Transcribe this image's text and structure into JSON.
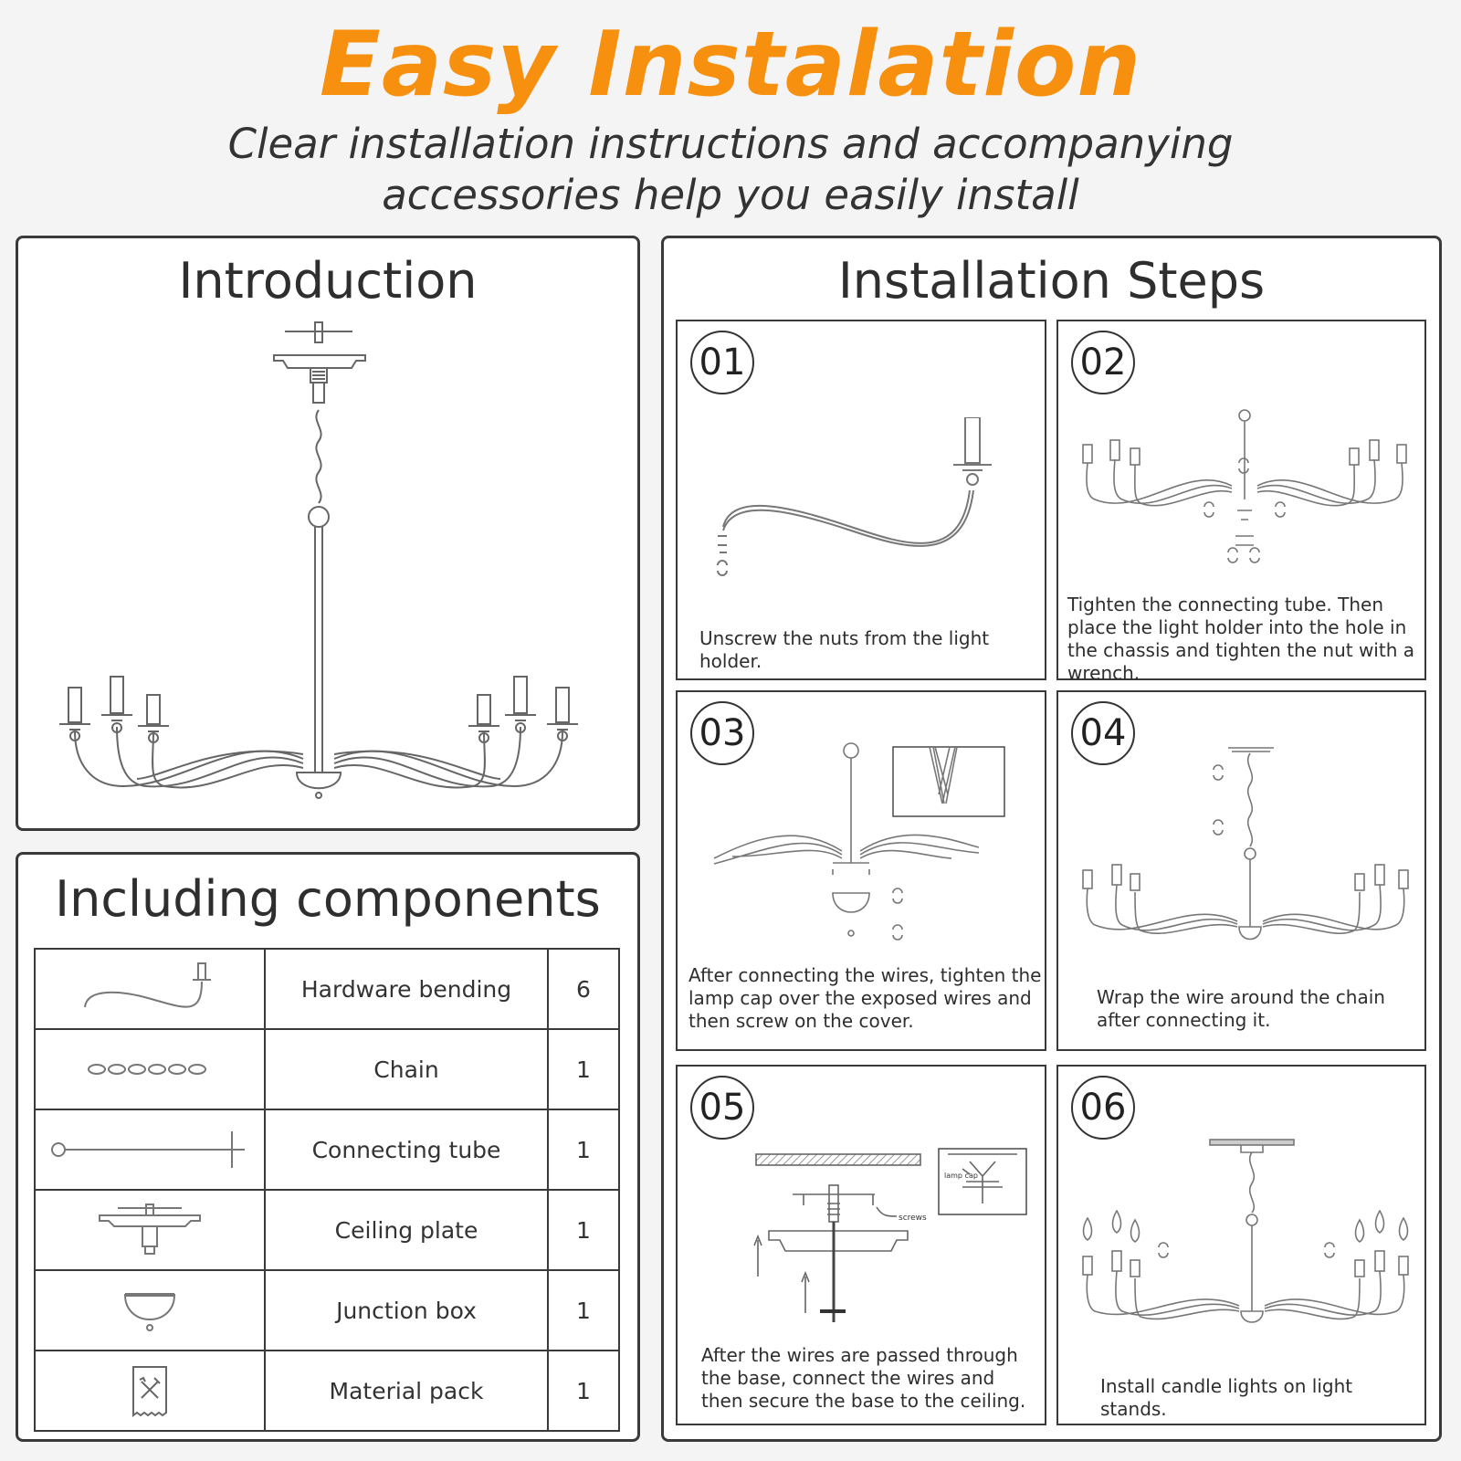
{
  "header": {
    "title": "Easy Instalation",
    "subtitle_line1": "Clear installation instructions and accompanying",
    "subtitle_line2": "accessories help you easily install"
  },
  "introduction": {
    "title": "Introduction"
  },
  "components": {
    "title": "Including components",
    "rows": [
      {
        "icon": "bent-arm-icon",
        "name": "Hardware bending",
        "qty": "6"
      },
      {
        "icon": "chain-icon",
        "name": "Chain",
        "qty": "1"
      },
      {
        "icon": "tube-icon",
        "name": "Connecting tube",
        "qty": "1"
      },
      {
        "icon": "ceiling-plate-icon",
        "name": "Ceiling plate",
        "qty": "1"
      },
      {
        "icon": "junction-box-icon",
        "name": "Junction box",
        "qty": "1"
      },
      {
        "icon": "material-pack-icon",
        "name": "Material pack",
        "qty": "1"
      }
    ]
  },
  "steps": {
    "title": "Installation Steps",
    "items": [
      {
        "number": "01",
        "text": "Unscrew the nuts from the light holder."
      },
      {
        "number": "02",
        "text": "Tighten the connecting tube. Then place the light holder into the hole in the chassis and tighten the nut with a wrench."
      },
      {
        "number": "03",
        "text": "After connecting the wires, tighten the lamp cap over the exposed wires and then screw on the cover."
      },
      {
        "number": "04",
        "text": "Wrap the wire around the chain after connecting it."
      },
      {
        "number": "05",
        "text": "After the wires are passed through the base, connect the wires and then secure the base to the ceiling.",
        "label_lamp_cap": "lamp cap",
        "label_screws": "screws"
      },
      {
        "number": "06",
        "text": "Install candle lights on light stands."
      }
    ]
  },
  "colors": {
    "accent": "#f7900e",
    "border": "#3a3a3a",
    "line": "#777777"
  }
}
